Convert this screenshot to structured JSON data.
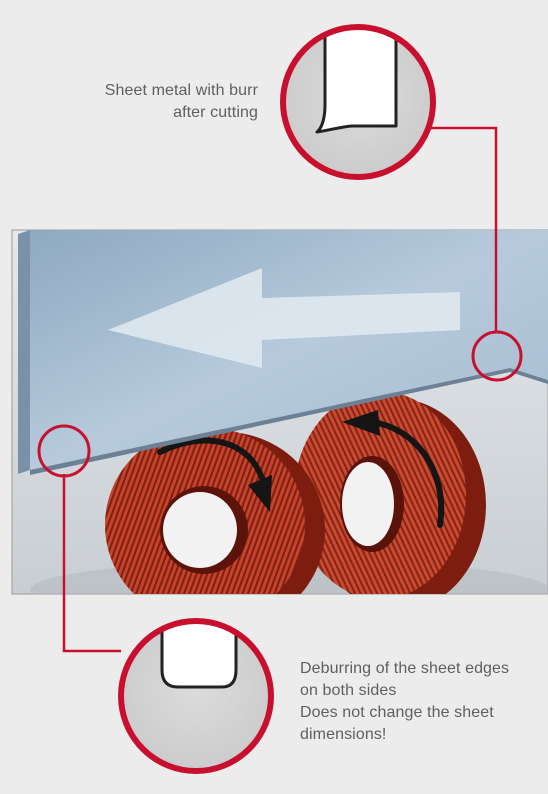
{
  "captions": {
    "top": {
      "line1": "Sheet metal with burr",
      "line2": "after cutting"
    },
    "bottom": {
      "line1": "Deburring of the sheet edges",
      "line2": "on both sides",
      "line3": "Does not change the sheet",
      "line4": "dimensions!"
    }
  },
  "colors": {
    "background": "#ececec",
    "callout_ring": "#c8102e",
    "sheet": "#a9c0d4",
    "arrow": "#dfe8f0",
    "brush": "#c0402a",
    "rotation_arrow": "#1a1a1a",
    "magnifier_fill": "#d7d7d7"
  },
  "icons": {
    "sheet_motion": "arrow-left-icon",
    "brush_rotation": "curved-arrow-icon"
  }
}
